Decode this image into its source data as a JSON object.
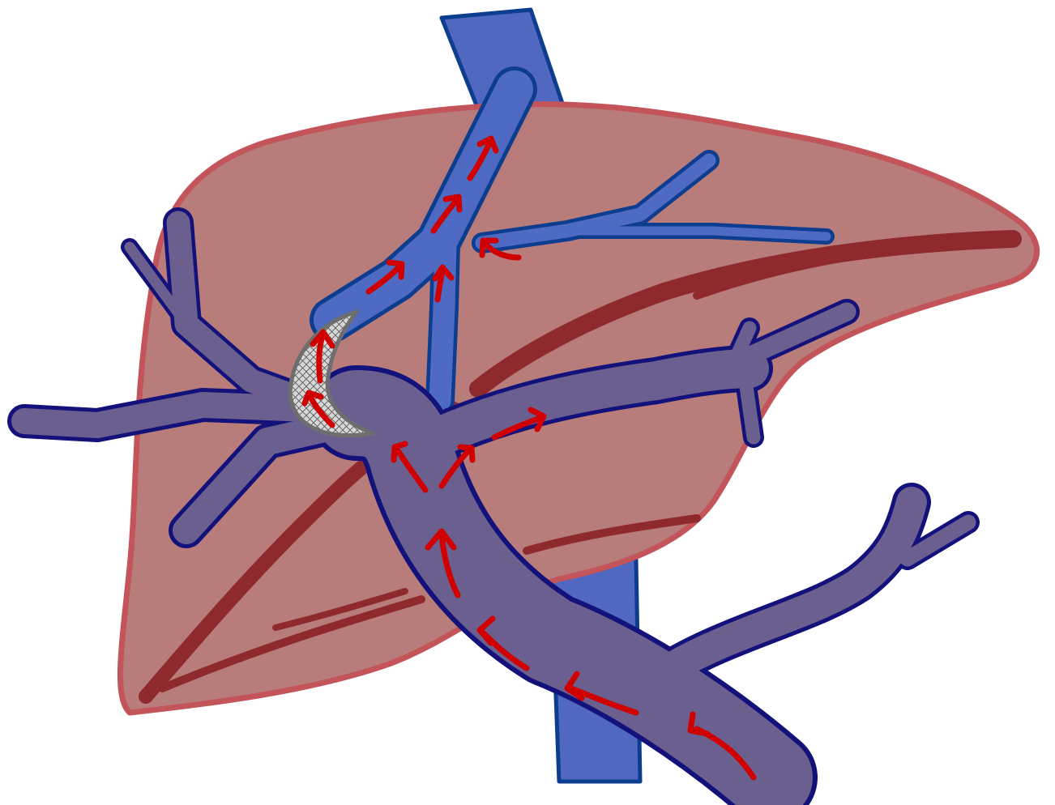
{
  "figure": {
    "labels": [],
    "colors": {
      "background": "#ffffff",
      "liver_fill": "#b87c7b",
      "liver_outline": "#c2545a",
      "liver_shadow": "#8e2a2e",
      "ivc_fill": "#5068c0",
      "ivc_outline": "#0d3d8f",
      "hepatic_vein_fill": "#4f6ac2",
      "hepatic_vein_outline": "#0d3d8f",
      "portal_vein_fill": "#6b5f90",
      "portal_vein_outline": "#12127a",
      "stent_fill": "#d7d7d7",
      "stent_mesh": "#5a5a5a",
      "flow_arrow": "#d00000"
    },
    "structures": [
      "liver",
      "inferior-vena-cava",
      "hepatic-vein",
      "portal-vein",
      "tips-stent",
      "flow-arrows"
    ]
  }
}
